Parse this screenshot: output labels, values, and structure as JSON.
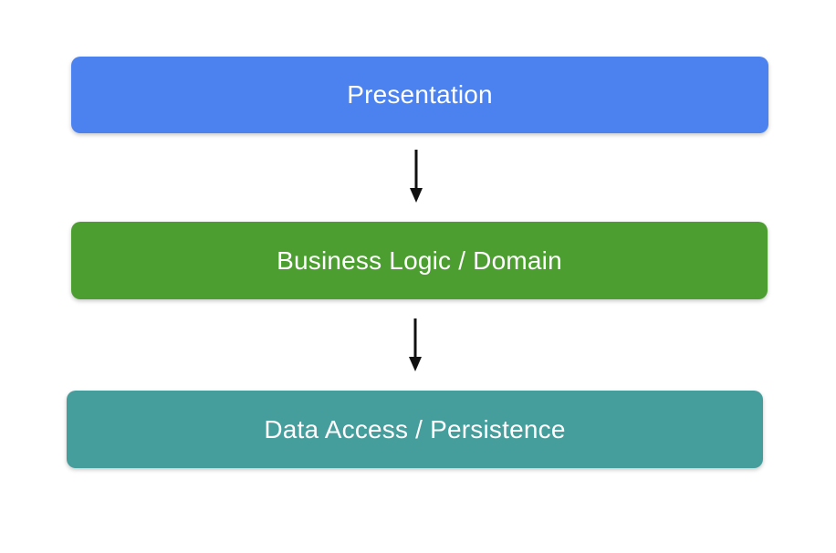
{
  "diagram": {
    "background": "#ffffff",
    "text_color": "#ffffff",
    "arrow_color": "#111111",
    "layers": [
      {
        "label": "Presentation",
        "color": "#4b82f0"
      },
      {
        "label": "Business Logic / Domain",
        "color": "#4d9e31"
      },
      {
        "label": "Data Access / Persistence",
        "color": "#459d9c"
      }
    ],
    "arrows": [
      {
        "from": "Presentation",
        "to": "Business Logic / Domain"
      },
      {
        "from": "Business Logic / Domain",
        "to": "Data Access / Persistence"
      }
    ]
  }
}
